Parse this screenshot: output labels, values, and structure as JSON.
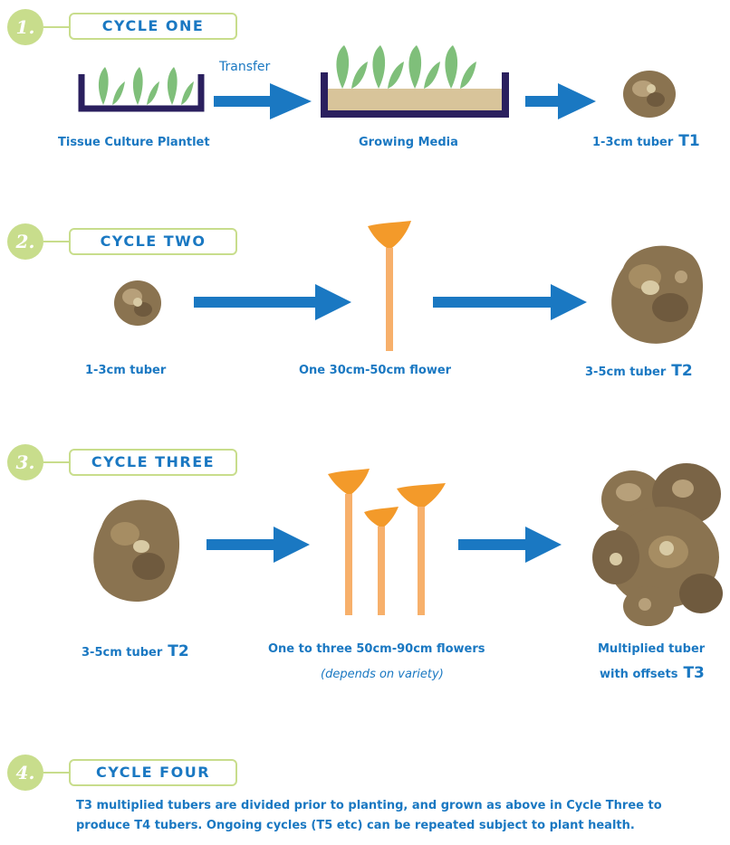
{
  "cycles": [
    {
      "number": "1.",
      "title": "CYCLE ONE",
      "transfer_label": "Transfer",
      "stages": [
        {
          "label": "Tissue Culture Plantlet",
          "tag": ""
        },
        {
          "label": "Growing Media",
          "tag": ""
        },
        {
          "label": "1-3cm tuber",
          "tag": "T1"
        }
      ]
    },
    {
      "number": "2.",
      "title": "CYCLE TWO",
      "stages": [
        {
          "label": "1-3cm tuber",
          "tag": ""
        },
        {
          "label": "One 30cm-50cm flower",
          "tag": ""
        },
        {
          "label": "3-5cm tuber",
          "tag": "T2"
        }
      ]
    },
    {
      "number": "3.",
      "title": "CYCLE THREE",
      "stages": [
        {
          "label": "3-5cm tuber",
          "tag": "T2"
        },
        {
          "label": "One to three 50cm-90cm flowers",
          "note": "(depends on variety)"
        },
        {
          "label_line1": "Multiplied tuber",
          "label_line2": "with offsets",
          "tag": "T3"
        }
      ]
    },
    {
      "number": "4.",
      "title": "CYCLE FOUR",
      "text_line1": "T3 multiplied tubers are divided prior to planting, and grown as above in Cycle Three to",
      "text_line2": "produce T4 tubers. Ongoing cycles (T5 etc) can be repeated subject to plant health."
    }
  ],
  "colors": {
    "accent_blue": "#1a78c2",
    "badge_green": "#c8dd8c",
    "leaf_green": "#7fbf7a",
    "tray_navy": "#2a1f5e",
    "media_tan": "#d8c49a",
    "flower_orange": "#f39a2a",
    "stem_orange": "#f7b06b",
    "tuber_brown": "#8a7350"
  }
}
